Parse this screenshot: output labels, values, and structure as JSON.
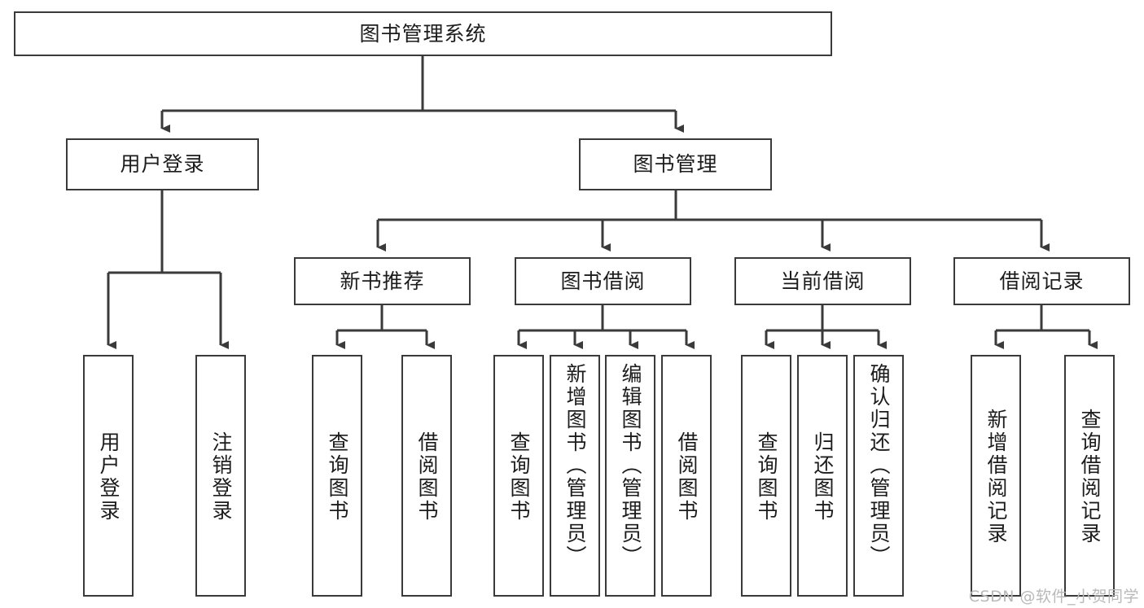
{
  "diagram": {
    "title": "图书管理系统",
    "type": "tree",
    "orientation": "top-down",
    "colors": {
      "box_border": "#3a3a3a",
      "box_fill": "#ffffff",
      "connector": "#3a3a3a",
      "text": "#1c1c1c",
      "watermark": "#b9b9b9",
      "background": "#ffffff"
    },
    "root": {
      "label": "图书管理系统"
    },
    "level2": [
      {
        "id": "user-login",
        "label": "用户登录"
      },
      {
        "id": "book-manage",
        "label": "图书管理"
      }
    ],
    "level3": [
      {
        "id": "new-book-recommend",
        "label": "新书推荐",
        "parent": "book-manage"
      },
      {
        "id": "book-borrow",
        "label": "图书借阅",
        "parent": "book-manage"
      },
      {
        "id": "current-borrow",
        "label": "当前借阅",
        "parent": "book-manage"
      },
      {
        "id": "borrow-record",
        "label": "借阅记录",
        "parent": "book-manage"
      }
    ],
    "leaves": [
      {
        "id": "leaf-user-login",
        "label": "用户登录",
        "parent": "user-login"
      },
      {
        "id": "leaf-logout-login",
        "label": "注销登录",
        "parent": "user-login"
      },
      {
        "id": "leaf-query-book-1",
        "label": "查询图书",
        "parent": "new-book-recommend"
      },
      {
        "id": "leaf-borrow-book-1",
        "label": "借阅图书",
        "parent": "new-book-recommend"
      },
      {
        "id": "leaf-query-book-2",
        "label": "查询图书",
        "parent": "book-borrow"
      },
      {
        "id": "leaf-add-book",
        "label": "新增图书（管理员）",
        "parent": "book-borrow"
      },
      {
        "id": "leaf-edit-book",
        "label": "编辑图书（管理员）",
        "parent": "book-borrow"
      },
      {
        "id": "leaf-borrow-book-2",
        "label": "借阅图书",
        "parent": "book-borrow"
      },
      {
        "id": "leaf-query-book-3",
        "label": "查询图书",
        "parent": "current-borrow"
      },
      {
        "id": "leaf-return-book",
        "label": "归还图书",
        "parent": "current-borrow"
      },
      {
        "id": "leaf-confirm-return",
        "label": "确认归还（管理员）",
        "parent": "current-borrow"
      },
      {
        "id": "leaf-add-record",
        "label": "新增借阅记录",
        "parent": "borrow-record"
      },
      {
        "id": "leaf-query-record",
        "label": "查询借阅记录",
        "parent": "borrow-record"
      }
    ]
  },
  "watermark": {
    "text": "CSDN @软件_小贺同学"
  }
}
